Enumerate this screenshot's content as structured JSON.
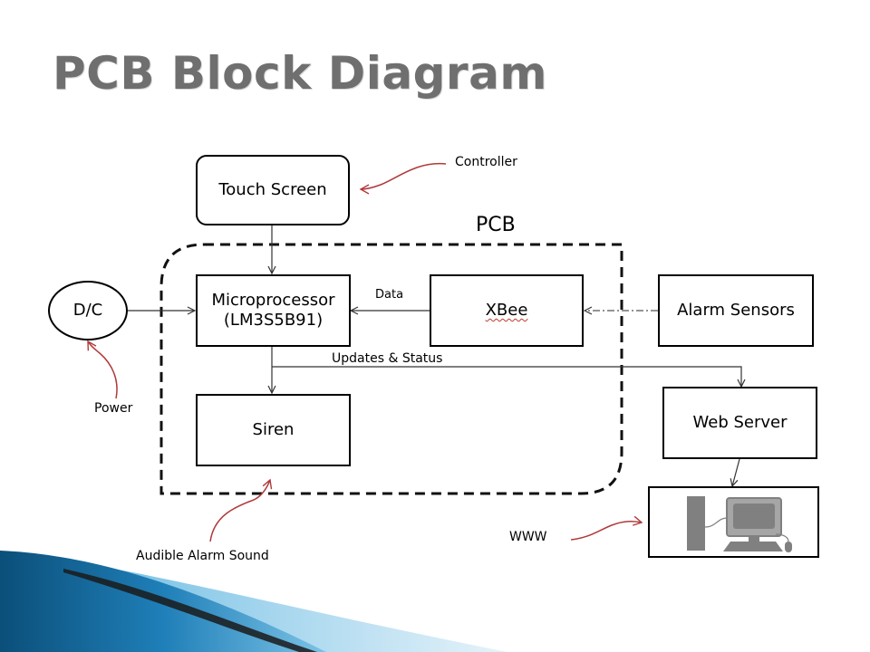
{
  "title": "PCB Block Diagram",
  "blocks": {
    "touch_screen": "Touch Screen",
    "microprocessor_line1": "Microprocessor",
    "microprocessor_line2": "(LM3S5B91)",
    "xbee": "XBee",
    "alarm_sensors": "Alarm Sensors",
    "dc": "D/C",
    "siren": "Siren",
    "web_server": "Web Server"
  },
  "labels": {
    "pcb": "PCB",
    "controller": "Controller",
    "data": "Data",
    "updates_status": "Updates & Status",
    "power": "Power",
    "audible_alarm_sound": "Audible Alarm Sound",
    "www": "WWW"
  },
  "colors": {
    "title": "#6f6f6f",
    "annotation_arrow": "#b03a3a",
    "computer_icon": "#808080",
    "wave_dark": "#0b4f7a",
    "wave_light": "#3fa4d6"
  },
  "icons": {
    "computer": "desktop-computer-icon"
  }
}
